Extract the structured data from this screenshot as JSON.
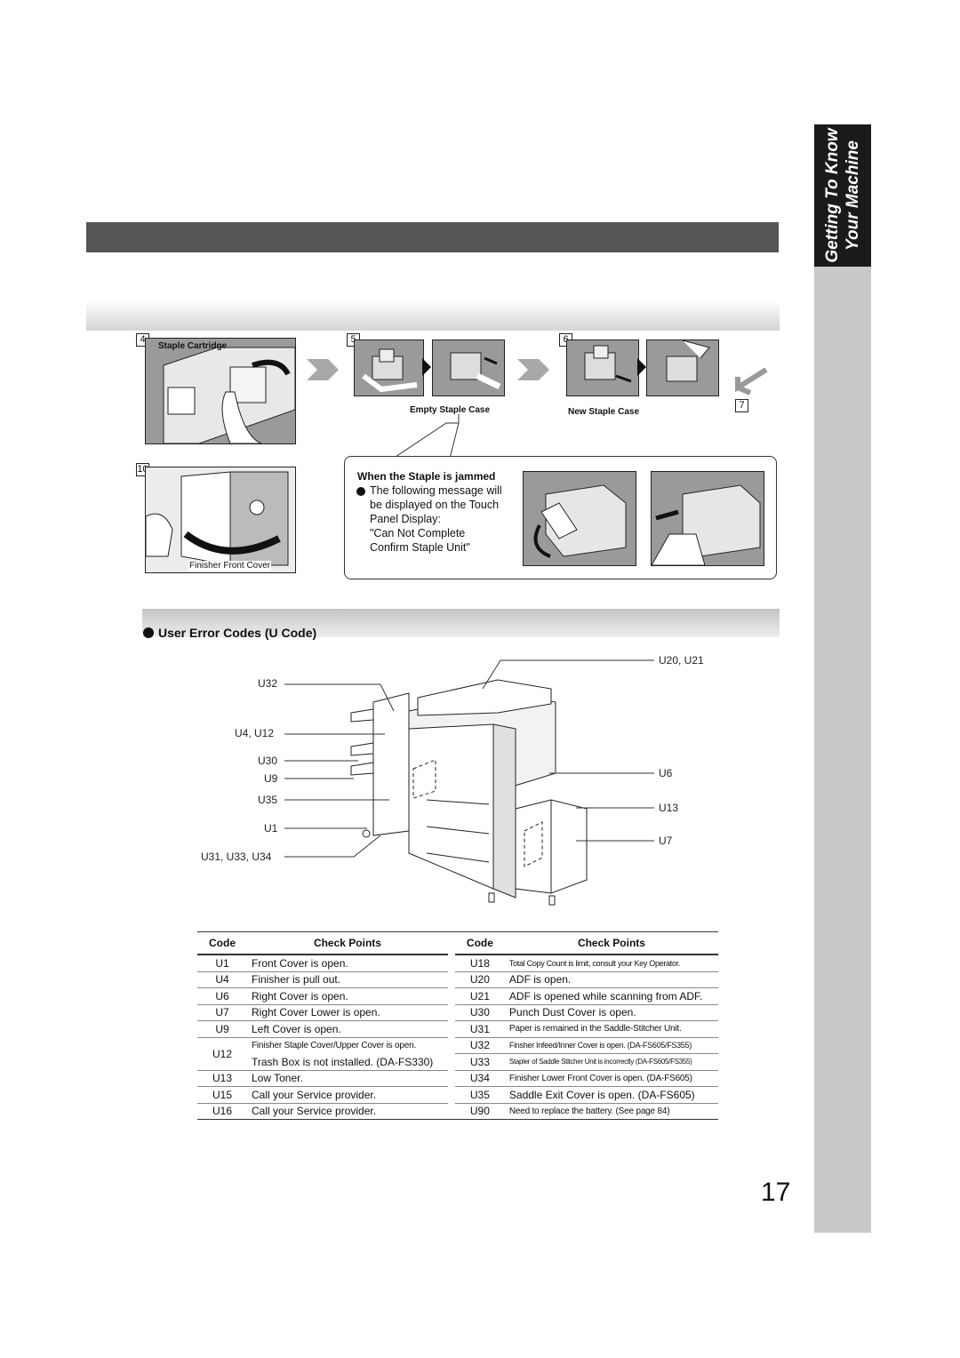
{
  "side_tab": {
    "line1": "Getting To Know",
    "line2": "Your Machine"
  },
  "steps": {
    "s4": "4",
    "s5": "5",
    "s6": "6",
    "s7": "7",
    "s10": "10"
  },
  "captions": {
    "staple_cartridge": "Staple Cartridge",
    "empty_staple_case": "Empty Staple Case",
    "new_staple_case": "New Staple Case",
    "finisher_front_cover": "Finisher Front Cover"
  },
  "jam": {
    "title": "When the Staple is jammed",
    "line1": "The following message will",
    "line2": "be displayed on the Touch",
    "line3": "Panel Display:",
    "line4": "\"Can Not Complete",
    "line5": "Confirm Staple Unit\""
  },
  "section": {
    "title": "User Error Codes (U Code)"
  },
  "diagram_labels": {
    "left": [
      "U32",
      "U4, U12",
      "U30",
      "U9",
      "U35",
      "U1",
      "U31, U33, U34"
    ],
    "right": [
      "U20, U21",
      "U6",
      "U13",
      "U7"
    ]
  },
  "table": {
    "headers": {
      "code": "Code",
      "check": "Check Points"
    },
    "left_rows": [
      {
        "code": "U1",
        "text": "Front Cover is open."
      },
      {
        "code": "U4",
        "text": "Finisher is pull out."
      },
      {
        "code": "U6",
        "text": "Right Cover is open."
      },
      {
        "code": "U7",
        "text": "Right Cover Lower is open."
      },
      {
        "code": "U9",
        "text": "Left Cover is open."
      },
      {
        "code": "U12",
        "text_a": "Finisher Staple Cover/Upper Cover is open.",
        "text_b": "Trash Box is not installed. (DA-FS330)"
      },
      {
        "code": "U13",
        "text": "Low Toner."
      },
      {
        "code": "U15",
        "text": "Call your Service provider."
      },
      {
        "code": "U16",
        "text": "Call your Service provider."
      }
    ],
    "right_rows": [
      {
        "code": "U18",
        "text": "Total Copy Count is limit, consult your Key Operator."
      },
      {
        "code": "U20",
        "text": "ADF is open."
      },
      {
        "code": "U21",
        "text": "ADF is opened while scanning from ADF."
      },
      {
        "code": "U30",
        "text": "Punch Dust Cover is open."
      },
      {
        "code": "U31",
        "text": "Paper is remained in the Saddle-Stitcher Unit."
      },
      {
        "code": "U32",
        "text": "Finsher  Infeed/Inner Cover is open. (DA-FS605/FS355)"
      },
      {
        "code": "U33",
        "text": "Stapler of Saddle Stitcher Unit is incorrectly (DA-FS605/FS355)"
      },
      {
        "code": "U34",
        "text": "Finisher Lower Front Cover is open. (DA-FS605)"
      },
      {
        "code": "U35",
        "text": "Saddle Exit Cover is open. (DA-FS605)"
      },
      {
        "code": "U90",
        "text": "Need to replace the battery. (See page 84)"
      }
    ]
  },
  "page_number": "17"
}
